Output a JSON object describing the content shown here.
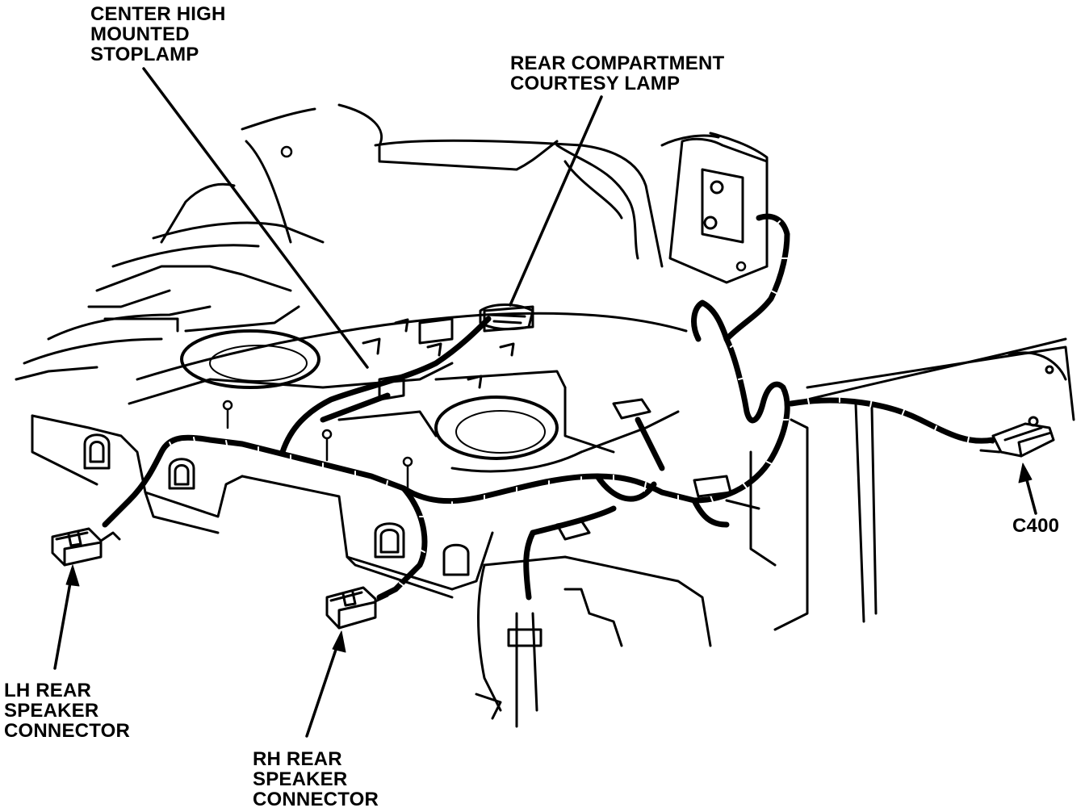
{
  "diagram": {
    "colors": {
      "ink": "#000000",
      "paper": "#ffffff"
    },
    "labels": {
      "chmsl": [
        "CENTER HIGH",
        "MOUNTED",
        "STOPLAMP"
      ],
      "courtesy_lamp": [
        "REAR COMPARTMENT",
        "COURTESY LAMP"
      ],
      "c400": [
        "C400"
      ],
      "lh_speaker": [
        "LH REAR",
        "SPEAKER",
        "CONNECTOR"
      ],
      "rh_speaker": [
        "RH REAR",
        "SPEAKER",
        "CONNECTOR"
      ]
    }
  }
}
